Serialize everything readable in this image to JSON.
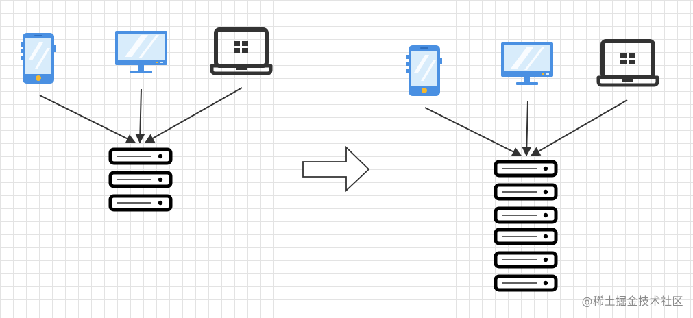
{
  "watermark": "@稀土掘金技术社区",
  "colors": {
    "device_blue": "#4a90e2",
    "screen_light": "#d8ecfb",
    "stroke_dark": "#333333",
    "server_black": "#000000"
  },
  "icons": [
    "phone-icon",
    "monitor-icon",
    "laptop-icon",
    "server-unit-icon",
    "right-arrow-icon"
  ],
  "diagram": {
    "before": {
      "devices": [
        "phone",
        "monitor",
        "laptop"
      ],
      "server_units": 3
    },
    "after": {
      "devices": [
        "phone",
        "monitor",
        "laptop"
      ],
      "server_units": 6
    }
  }
}
